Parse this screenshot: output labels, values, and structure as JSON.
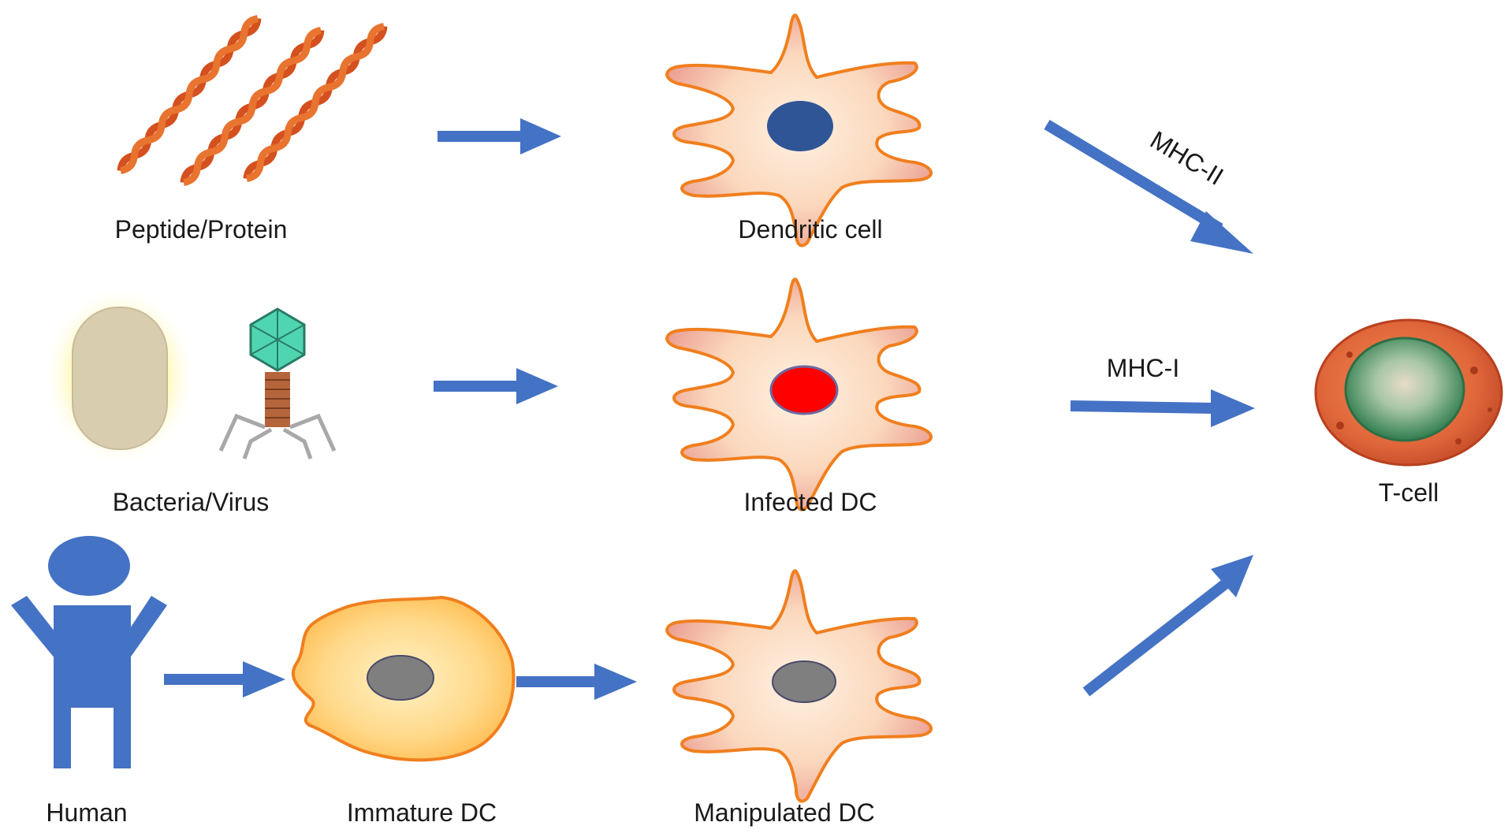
{
  "labels": {
    "peptide": "Peptide/Protein",
    "dendritic": "Dendritic cell",
    "bacteria": "Bacteria/Virus",
    "infected": "Infected DC",
    "human": "Human",
    "immature": "Immature DC",
    "manipulated": "Manipulated DC",
    "tcell": "T-cell",
    "mhc2": "MHC-II",
    "mhc1": "MHC-I"
  },
  "colors": {
    "arrow": "#4472c4",
    "human": "#4472c4",
    "peptide": "#d4501e",
    "dc_fill_light": "#fde6cf",
    "dc_fill_edge": "#e7928a",
    "dc_outline": "#f07f1e",
    "nucleus_dendritic": "#2f5597",
    "nucleus_infected": "#ff0000",
    "nucleus_manipulated": "#7f7f7f",
    "immature_fill": "#ffd27a",
    "tcell_outer": "#d2502c",
    "tcell_inner": "#3c8a5a",
    "bacteria_fill": "#d9cdb0",
    "bacteria_glow": "#fff7a8",
    "virus_head": "#4fd6b0",
    "virus_tail": "#b5653b"
  }
}
